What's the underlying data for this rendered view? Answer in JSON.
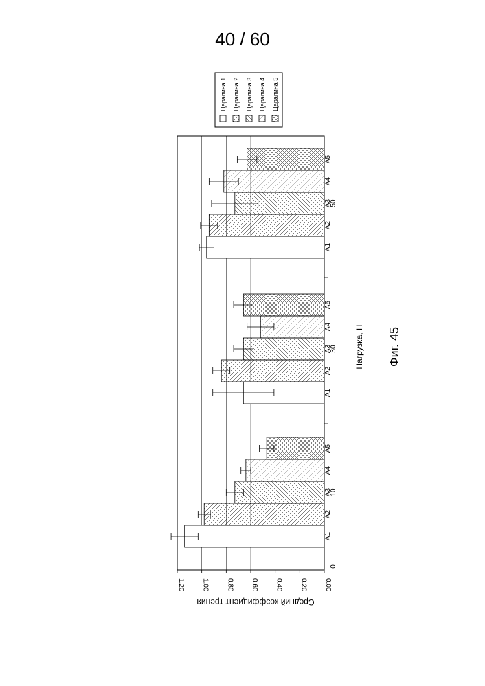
{
  "page_number": "40 / 60",
  "figure_caption": "Фиг. 45",
  "colors": {
    "ink": "#000000",
    "background": "#ffffff",
    "grid": "#000000"
  },
  "chart_data": {
    "type": "bar",
    "orientation": "horizontal",
    "rotated_page": true,
    "ylabel": "Средний коэффициент трения",
    "xlabel": "Нагрузка, Н",
    "ylim": [
      0,
      1.2
    ],
    "y_ticks": [
      "0.00",
      "0.20",
      "0.40",
      "0.60",
      "0.80",
      "1.00",
      "1.20"
    ],
    "grid": true,
    "legend_position": "top",
    "groups": [
      {
        "label": "0",
        "categories": []
      },
      {
        "label": "10",
        "categories": [
          "A1",
          "A2",
          "A3",
          "A4",
          "A5"
        ]
      },
      {
        "label": "30",
        "categories": [
          "A1",
          "A2",
          "A3",
          "A4",
          "A5"
        ]
      },
      {
        "label": "50",
        "categories": [
          "A1",
          "A2",
          "A3",
          "A4",
          "A5"
        ]
      }
    ],
    "series": [
      {
        "name": "Царапина 1",
        "pattern": "none",
        "values": [
          1.14,
          0.66,
          0.96
        ],
        "errors": [
          0.11,
          0.25,
          0.06
        ]
      },
      {
        "name": "Царапина 2",
        "pattern": "diag-right",
        "values": [
          0.98,
          0.84,
          0.94
        ],
        "errors": [
          0.05,
          0.07,
          0.07
        ]
      },
      {
        "name": "Царапина 3",
        "pattern": "diag-left",
        "values": [
          0.73,
          0.66,
          0.73
        ],
        "errors": [
          0.07,
          0.08,
          0.19
        ]
      },
      {
        "name": "Царапина 4",
        "pattern": "diag-light",
        "values": [
          0.64,
          0.52,
          0.82
        ],
        "errors": [
          0.04,
          0.11,
          0.12
        ]
      },
      {
        "name": "Царапина 5",
        "pattern": "crosshatch",
        "values": [
          0.47,
          0.66,
          0.63
        ],
        "errors": [
          0.06,
          0.08,
          0.08
        ]
      }
    ]
  }
}
